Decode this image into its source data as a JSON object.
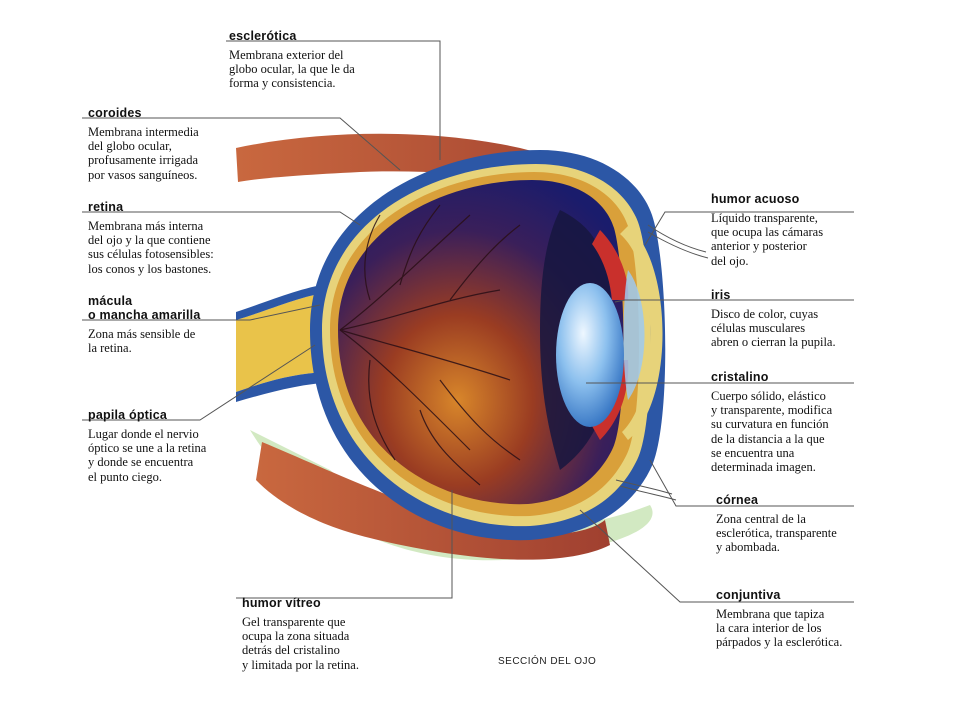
{
  "caption": "SECCIÓN DEL OJO",
  "labels": {
    "esclerotica": {
      "title": "esclerótica",
      "lines": [
        "Membrana exterior del",
        "globo ocular, la que le da",
        "forma y consistencia."
      ]
    },
    "coroides": {
      "title": "coroides",
      "lines": [
        "Membrana intermedia",
        "del globo ocular,",
        "profusamente irrigada",
        "por vasos sanguíneos."
      ]
    },
    "retina": {
      "title": "retina",
      "lines": [
        "Membrana más interna",
        "del ojo y la que contiene",
        "sus células fotosensibles:",
        "los conos y los bastones."
      ]
    },
    "macula": {
      "title": "mácula",
      "title2": "o mancha amarilla",
      "lines": [
        "Zona más sensible de",
        "la retina."
      ]
    },
    "papila": {
      "title": "papila óptica",
      "lines": [
        "Lugar donde el nervio",
        "óptico se une a la retina",
        "y donde se encuentra",
        "el punto ciego."
      ]
    },
    "humor_vitreo": {
      "title": "humor vítreo",
      "lines": [
        "Gel transparente que",
        "ocupa la zona situada",
        "detrás del cristalino",
        "y limitada por la retina."
      ]
    },
    "humor_acuoso": {
      "title": "humor acuoso",
      "lines": [
        "Líquido transparente,",
        "que ocupa las cámaras",
        "anterior y posterior",
        "del ojo."
      ]
    },
    "iris": {
      "title": "iris",
      "lines": [
        "Disco de color, cuyas",
        "células musculares",
        "abren o cierran la pupila."
      ]
    },
    "cristalino": {
      "title": "cristalino",
      "lines": [
        "Cuerpo sólido, elástico",
        "y transparente, modifica",
        "su curvatura en función",
        "de la distancia a la que",
        "se encuentra una",
        "determinada imagen."
      ]
    },
    "cornea": {
      "title": "córnea",
      "lines": [
        "Zona central de la",
        "esclerótica, transparente",
        "y abombada."
      ]
    },
    "conjuntiva": {
      "title": "conjuntiva",
      "lines": [
        "Membrana que tapiza",
        "la cara interior de los",
        "párpados y la esclerótica."
      ]
    }
  },
  "colors": {
    "sclera": "#2c57a6",
    "choroid": "#e7d37a",
    "vitreous_dark": "#1b1d6a",
    "vitreous_warm": "#b45a1e",
    "muscle": "#b8553c",
    "lens": "#7fb7ea",
    "iris": "#c9302c"
  }
}
